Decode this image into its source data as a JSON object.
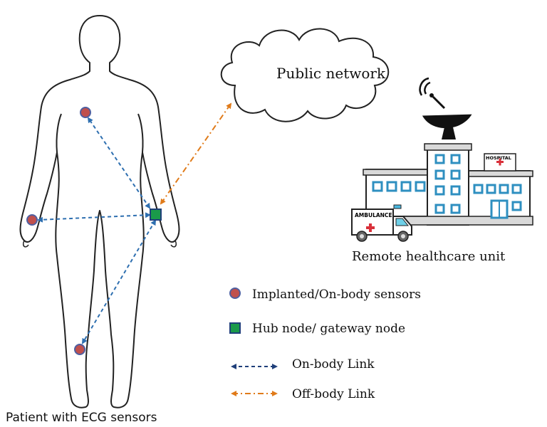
{
  "cloud_label": "Public network",
  "facility_label": "Remote healthcare unit",
  "patient_label": "Patient with ECG sensors",
  "hospital_sign": "HOSPITAL",
  "ambulance_sign": "AMBULANCE",
  "legend": {
    "sensor": "Implanted/On-body sensors",
    "hub": "Hub node/ gateway node",
    "on_body_link": "On-body Link",
    "off_body_link": "Off-body Link"
  },
  "colors": {
    "sensor_fill": "#c0504d",
    "sensor_stroke": "#4f5fa0",
    "hub_fill": "#1a9a4a",
    "hub_stroke": "#1f3f7a",
    "on_body_link": "#2e6fb0",
    "off_body_link": "#e07b1a"
  }
}
